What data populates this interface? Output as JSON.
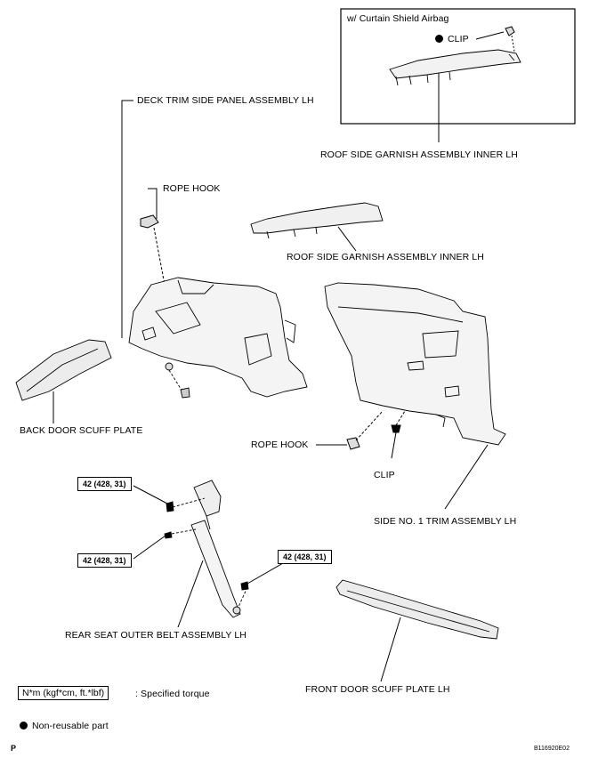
{
  "inset": {
    "title": "w/ Curtain Shield Airbag",
    "clip": "CLIP",
    "roof_garnish": "ROOF SIDE GARNISH ASSEMBLY INNER LH"
  },
  "labels": {
    "deck_trim": "DECK TRIM SIDE PANEL ASSEMBLY LH",
    "rope_hook_top": "ROPE HOOK",
    "roof_garnish_main": "ROOF SIDE GARNISH ASSEMBLY INNER LH",
    "back_door_scuff": "BACK DOOR SCUFF PLATE",
    "rope_hook_mid": "ROPE HOOK",
    "clip_mid": "CLIP",
    "side_trim": "SIDE NO. 1 TRIM ASSEMBLY LH",
    "rear_belt": "REAR SEAT OUTER BELT ASSEMBLY LH",
    "front_door_scuff": "FRONT DOOR SCUFF PLATE LH"
  },
  "torque": {
    "t1": "42 (428, 31)",
    "t2": "42 (428, 31)",
    "t3": "42 (428, 31)"
  },
  "legend": {
    "torque_unit": "N*m (kgf*cm, ft.*lbf)",
    "torque_desc": ": Specified torque",
    "nonreusable": "Non-reusable part"
  },
  "footer": {
    "page_mark": "P",
    "figure_id": "B116920E02"
  }
}
